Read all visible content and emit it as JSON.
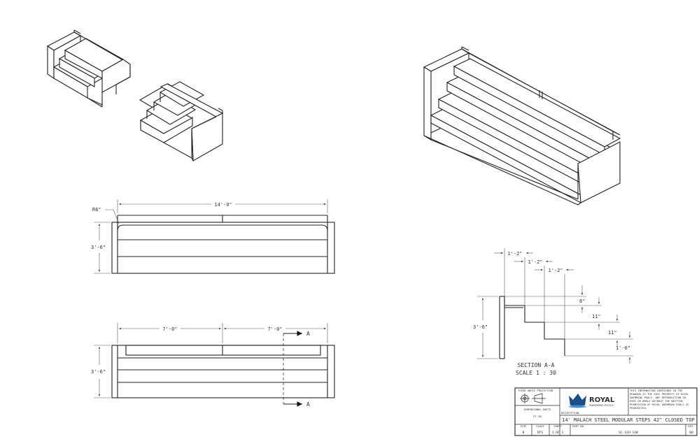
{
  "dimensions": {
    "overall_length": "14'-0\"",
    "radius": "R6\"",
    "height_top_view": "3'-6\"",
    "half_length_left": "7'-0\"",
    "half_length_right": "7'-0\"",
    "height_bottom_view": "3'-6\"",
    "tread_1": "1'-2\"",
    "tread_2": "1'-2\"",
    "tread_3": "1'-2\"",
    "riser_1": "8\"",
    "riser_2": "11\"",
    "riser_3": "11\"",
    "riser_4": "1'-0\"",
    "section_height": "3'-6\""
  },
  "section": {
    "marker_top": "A",
    "marker_bottom": "A",
    "title": "SECTION A-A",
    "scale": "SCALE 1 : 30"
  },
  "title_block": {
    "projection_label": "THIRD ANGLE PROJECTION",
    "units_label": "DIMENSIONAL UNITS",
    "units_value": "FT-IN",
    "logo_name": "ROYAL",
    "logo_sub": "SWIMMING POOLS",
    "notice_lines": [
      "THIS INFORMATION CONTAINED IN THE",
      "DRAWING IS THE SOLE PROPERTY OF ROYAL",
      "SWIMMING POOLS. ANY REPRODUCTION IN",
      "PART OR WHOLE WITHOUT THE WRITTEN",
      "PERMISSION OF ROYAL SWIMMING POOLS IS",
      "PROHIBITED."
    ],
    "description_label": "DESCRIPTION",
    "description": "14' MALACH STEEL MODULAR STEPS 42\" CLOSED TOP",
    "size_label": "SIZE",
    "size_value": "B",
    "scale_label": "SCALE",
    "scale_value": "NTS",
    "sheet_label": "SHEET",
    "sheet_value": "1 OF 1",
    "part_label": "PART NO.",
    "part_value": "SC-42H-14W",
    "rev_label": "REV.",
    "rev_value": "00"
  },
  "colors": {
    "line": "#222222",
    "logo_blue": "#1a4f8a"
  }
}
